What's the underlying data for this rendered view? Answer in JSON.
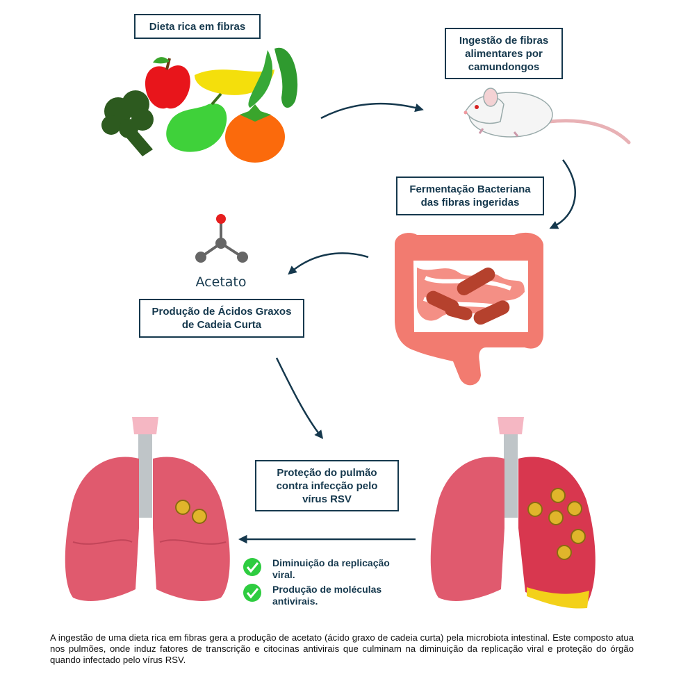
{
  "boxes": {
    "dieta": "Dieta rica em fibras",
    "ingestao": "Ingestão de fibras\nalimentares por\ncamundongos",
    "fermentacao": "Fermentação Bacteriana\ndas fibras ingeridas",
    "producao": "Produção de Ácidos Graxos\nde Cadeia Curta",
    "protecao": "Proteção do pulmão\ncontra infecção pelo\nvírus RSV"
  },
  "molecule_label": "Acetato",
  "benefits": [
    "Diminuição da replicação\nviral.",
    "Produção de moléculas\nantivirais."
  ],
  "caption": "A ingestão de uma dieta rica em fibras gera a produção de acetato (ácido graxo de cadeia curta) pela microbiota intestinal. Este composto atua nos pulmões, onde induz fatores de transcrição e citocinas antivirais que culminam na diminuição da replicação viral e proteção do órgão quando infectado pelo vírus RSV.",
  "colors": {
    "box_border": "#15384d",
    "arrow": "#15384d",
    "lung": "#e05a6e",
    "intestine": "#f27b70",
    "bacteria": "#b5412d",
    "virus": "#e0b52b",
    "check": "#2ecc40"
  },
  "icons": [
    "broccoli-icon",
    "apple-icon",
    "banana-icon",
    "pea-pod-icon",
    "pear-icon",
    "tomato-icon",
    "mouse-icon",
    "intestine-icon",
    "bacteria-icon",
    "acetate-molecule-icon",
    "lungs-icon",
    "virus-icon",
    "check-icon"
  ]
}
